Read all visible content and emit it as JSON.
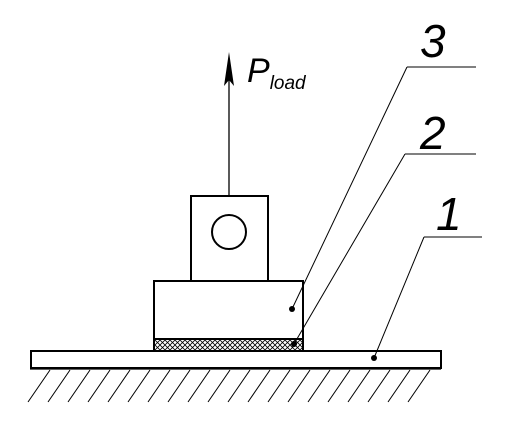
{
  "load_label": {
    "symbol": "P",
    "subscript": "load"
  },
  "callouts": [
    {
      "number": "3",
      "part": "block"
    },
    {
      "number": "2",
      "part": "adhesive-layer"
    },
    {
      "number": "1",
      "part": "base-plate"
    }
  ]
}
